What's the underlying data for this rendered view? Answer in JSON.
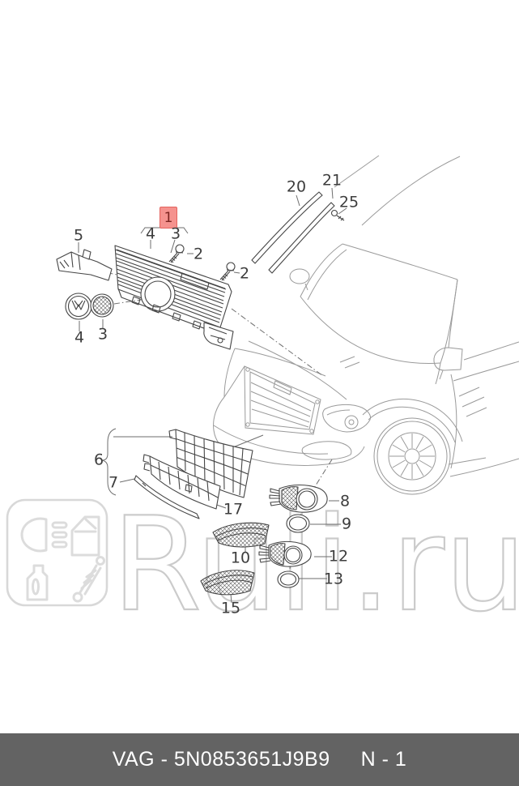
{
  "page": {
    "background": "#ffffff"
  },
  "watermark": {
    "text": "Ruli.ru",
    "color": "#cccccc",
    "logo_icons": [
      "headlight-icon",
      "car-door-icon",
      "oil-canister-icon",
      "shock-absorber-icon"
    ]
  },
  "diagram": {
    "description": "exploded-parts-diagram-front-grille",
    "selected_callout": "1",
    "highlight": {
      "fill": "#f5928e",
      "border": "#e4635e",
      "text_color": "#7d2420"
    },
    "callouts": {
      "c1": "1",
      "c4a": "4",
      "c3a": "3",
      "c2a": "2",
      "c2b": "2",
      "c5": "5",
      "c4b": "4",
      "c3b": "3",
      "c20": "20",
      "c21": "21",
      "c25": "25",
      "c6": "6",
      "c7": "7",
      "c17": "17",
      "c8": "8",
      "c9": "9",
      "c10": "10",
      "c12": "12",
      "c13": "13",
      "c15": "15"
    }
  },
  "footer": {
    "part_code": "VAG - 5N0853651J9B9",
    "sheet_code": "N - 1",
    "bg_color": "#636363",
    "text_color": "#ffffff"
  }
}
